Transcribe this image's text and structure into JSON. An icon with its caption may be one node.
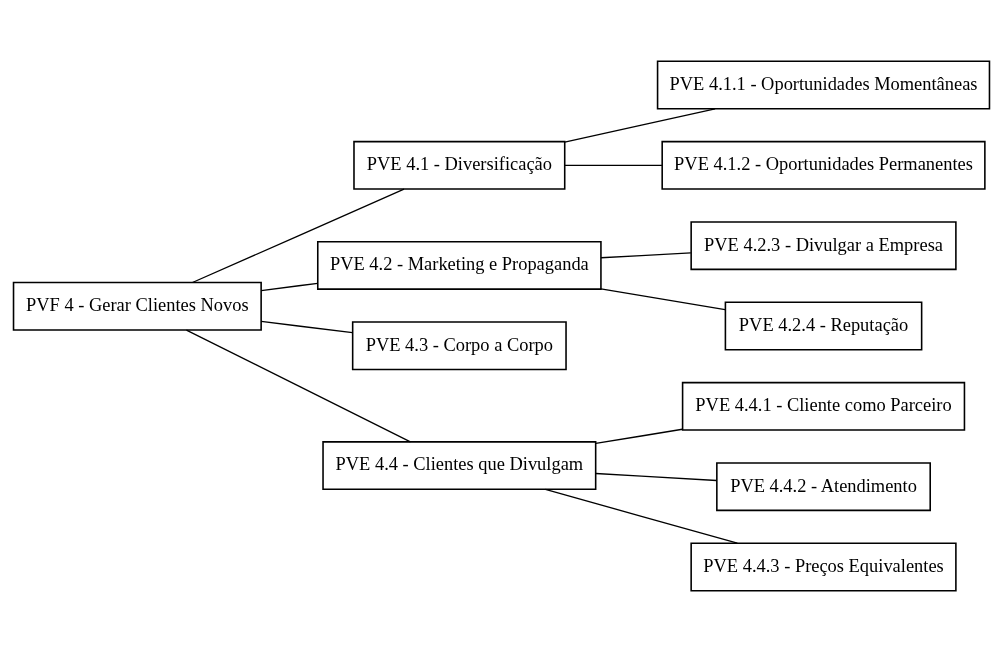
{
  "diagram": {
    "nodes": [
      {
        "text": [
          "PVF 4 - Gerar Clientes Novos"
        ]
      },
      {
        "text": [
          "PVE 4.1 - Diversificação"
        ]
      },
      {
        "text": [
          "PVE 4.2 - Marketing e Propaganda"
        ]
      },
      {
        "text": [
          "PVE 4.3 - Corpo a Corpo"
        ]
      },
      {
        "text": [
          "PVE 4.4 - Clientes que Divulgam"
        ]
      },
      {
        "text": [
          "PVE 4.1.1 - Oportunidades Momentâneas"
        ]
      },
      {
        "text": [
          "PVE 4.1.2 - Oportunidades Permanentes"
        ]
      },
      {
        "text": [
          "PVE 4.2.3 - Divulgar a Empresa"
        ]
      },
      {
        "text": [
          "PVE 4.2.4 - Reputação"
        ]
      },
      {
        "text": [
          "PVE 4.4.1 - Cliente como Parceiro"
        ]
      },
      {
        "text": [
          "PVE 4.4.2 - Atendimento"
        ]
      },
      {
        "text": [
          "PVE 4.4.3 - Preços Equivalentes"
        ]
      }
    ],
    "edges": [
      {
        "from": 0,
        "to": 1,
        "arrow": "none"
      },
      {
        "from": 0,
        "to": 2,
        "arrow": "none"
      },
      {
        "from": 0,
        "to": 3,
        "arrow": "none"
      },
      {
        "from": 0,
        "to": 4,
        "arrow": "none"
      },
      {
        "from": 1,
        "to": 5,
        "arrow": "none"
      },
      {
        "from": 1,
        "to": 6,
        "arrow": "none"
      },
      {
        "from": 2,
        "to": 7,
        "arrow": "none"
      },
      {
        "from": 2,
        "to": 8,
        "arrow": "none"
      },
      {
        "from": 4,
        "to": 9,
        "arrow": "none"
      },
      {
        "from": 4,
        "to": 10,
        "arrow": "none"
      },
      {
        "from": 4,
        "to": 11,
        "arrow": "none"
      }
    ]
  }
}
